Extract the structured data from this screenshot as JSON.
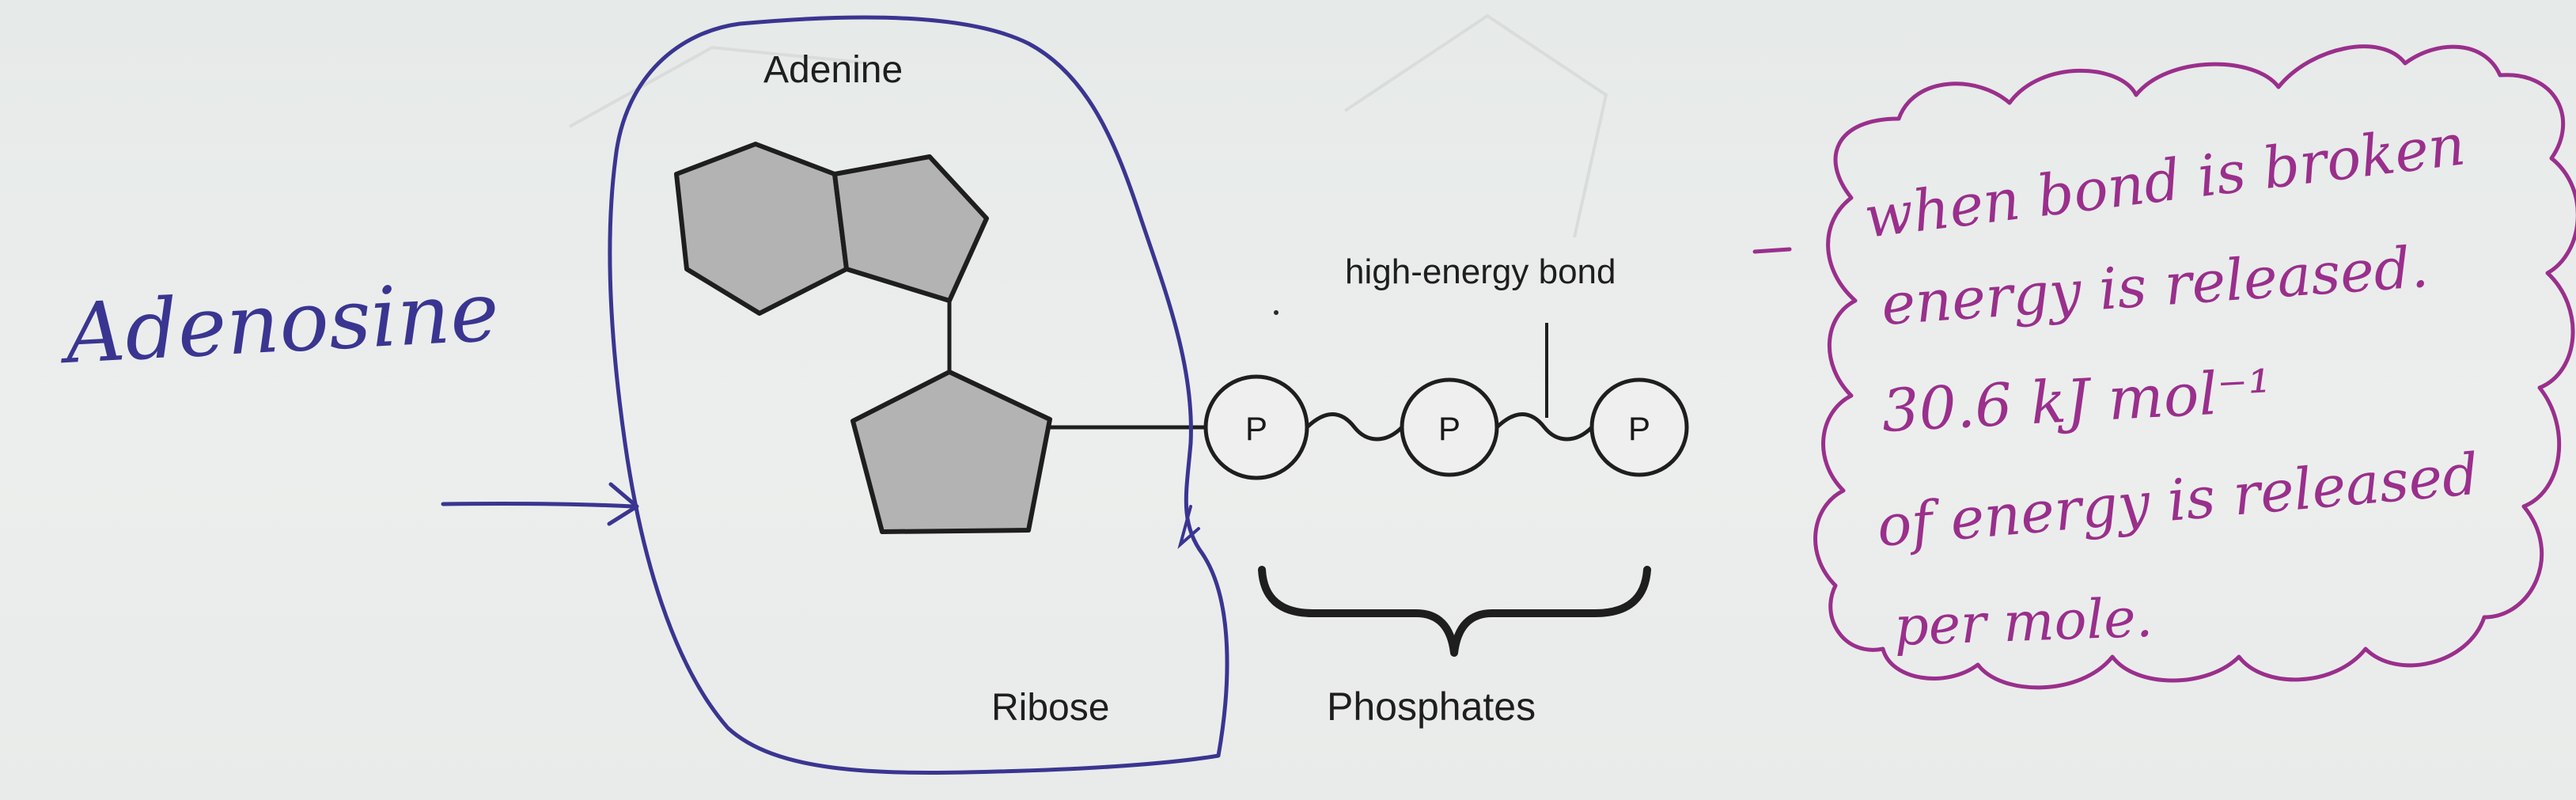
{
  "printed": {
    "adenine_label": "Adenine",
    "ribose_label": "Ribose",
    "phosphates_label": "Phosphates",
    "bond_label": "high-energy bond",
    "phosphate_symbol": "P"
  },
  "handwritten": {
    "adenosine_label": "Adenosine",
    "note_lines": [
      "when bond is broken",
      "energy is released.",
      "30.6 kJ mol⁻¹",
      "of energy is released",
      "per mole."
    ]
  },
  "colors": {
    "paper": "#e9ecea",
    "ink_print": "#1e1e1e",
    "ring_fill": "#b3b3b3",
    "pen_blue": "#3a3591",
    "pen_pink": "#9a2f8c"
  }
}
